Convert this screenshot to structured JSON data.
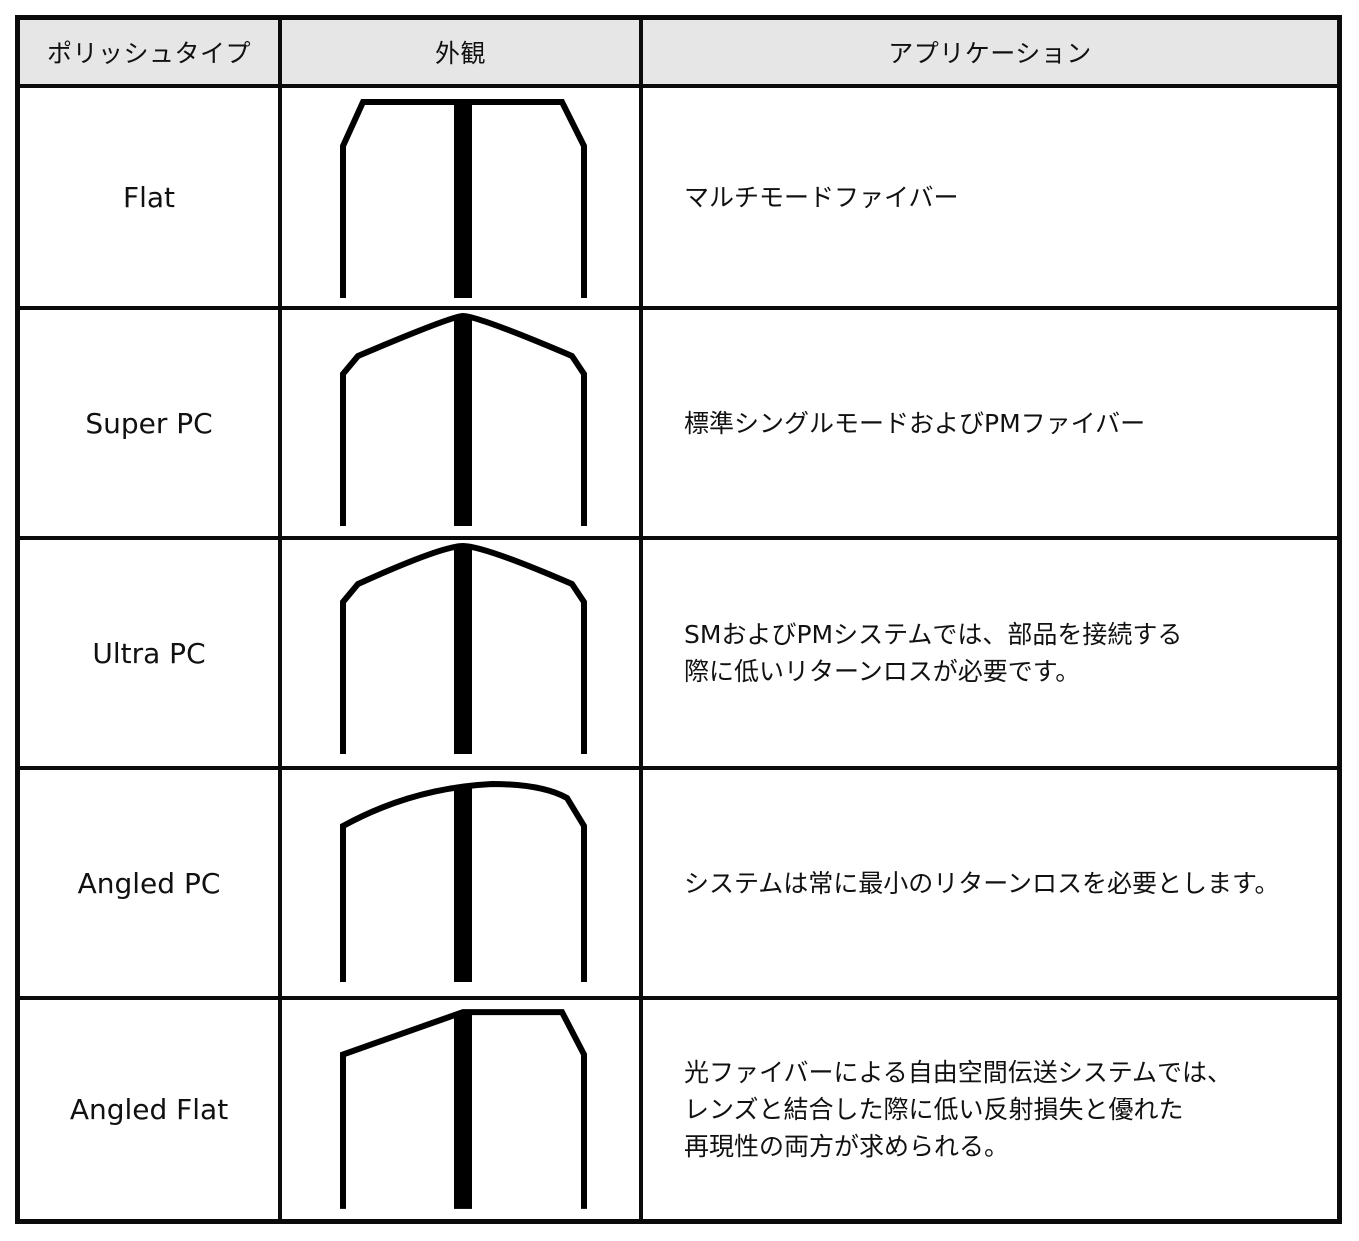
{
  "table": {
    "headers": {
      "polish_type": "ポリッシュタイプ",
      "appearance": "外観",
      "application": "アプリケーション"
    },
    "rows": [
      {
        "polish_type": "Flat",
        "appearance_icon": "flat-polish-profile-icon",
        "application": "マルチモードファイバー"
      },
      {
        "polish_type": "Super PC",
        "appearance_icon": "super-pc-polish-profile-icon",
        "application": "標準シングルモードおよびPMファイバー"
      },
      {
        "polish_type": "Ultra PC",
        "appearance_icon": "ultra-pc-polish-profile-icon",
        "application": "SMおよびPMシステムでは、部品を接続する\n際に低いリターンロスが必要です。"
      },
      {
        "polish_type": "Angled PC",
        "appearance_icon": "angled-pc-polish-profile-icon",
        "application": "システムは常に最小のリターンロスを必要とします。"
      },
      {
        "polish_type": "Angled Flat",
        "appearance_icon": "angled-flat-polish-profile-icon",
        "application": "光ファイバーによる自由空間伝送システムでは、\nレンズと結合した際に低い反射損失と優れた\n再現性の両方が求められる。"
      }
    ]
  },
  "colors": {
    "border": "#0b0b0b",
    "header_bg": "#e6e6e7",
    "stroke": "#000000",
    "text": "#111111"
  }
}
